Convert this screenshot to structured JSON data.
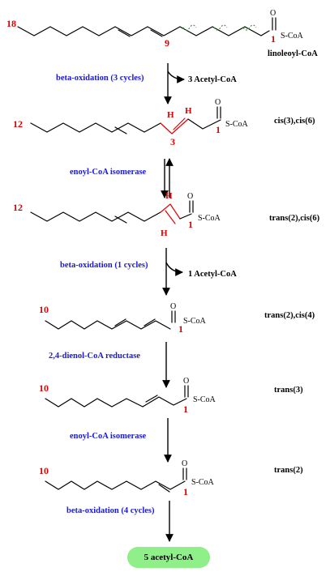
{
  "structures": [
    {
      "start_number": "18",
      "carbon9": "9",
      "carbonyl_number": "1",
      "oxygen": "O",
      "thioester": "S-CoA",
      "name": "linoleoyl-CoA"
    },
    {
      "start_number": "12",
      "carbon3": "3",
      "carbonyl_number": "1",
      "oxygen": "O",
      "thioester": "S-CoA",
      "h_top": "H",
      "h_right": "H",
      "configuration": "cis(3),cis(6)"
    },
    {
      "start_number": "12",
      "carbonyl_number": "1",
      "oxygen": "O",
      "thioester": "S-CoA",
      "h_top": "H",
      "h_bottom": "H",
      "configuration": "trans(2),cis(6)"
    },
    {
      "start_number": "10",
      "carbonyl_number": "1",
      "oxygen": "O",
      "thioester": "S-CoA",
      "configuration": "trans(2),cis(4)"
    },
    {
      "start_number": "10",
      "carbonyl_number": "1",
      "oxygen": "O",
      "thioester": "S-CoA",
      "configuration": "trans(3)"
    },
    {
      "start_number": "10",
      "carbonyl_number": "1",
      "oxygen": "O",
      "thioester": "S-CoA",
      "configuration": "trans(2)"
    }
  ],
  "steps": [
    {
      "label": "beta-oxidation (3 cycles)",
      "byproduct": "3 Acetyl-CoA"
    },
    {
      "label": "enoyl-CoA isomerase"
    },
    {
      "label": "beta-oxidation (1 cycles)",
      "byproduct": "1 Acetyl-CoA"
    },
    {
      "label": "2,4-dienol-CoA reductase"
    },
    {
      "label": "enoyl-CoA isomerase"
    },
    {
      "label": "beta-oxidation (4 cycles)"
    }
  ],
  "final_product": "5 acetyl-CoA",
  "colors": {
    "step_label": "#1a1ad6",
    "numbering": "#e00000",
    "highlight_bond": "#e00000",
    "cleavage_marks": "#2ea02e",
    "product_pill": "#8ff08a"
  }
}
